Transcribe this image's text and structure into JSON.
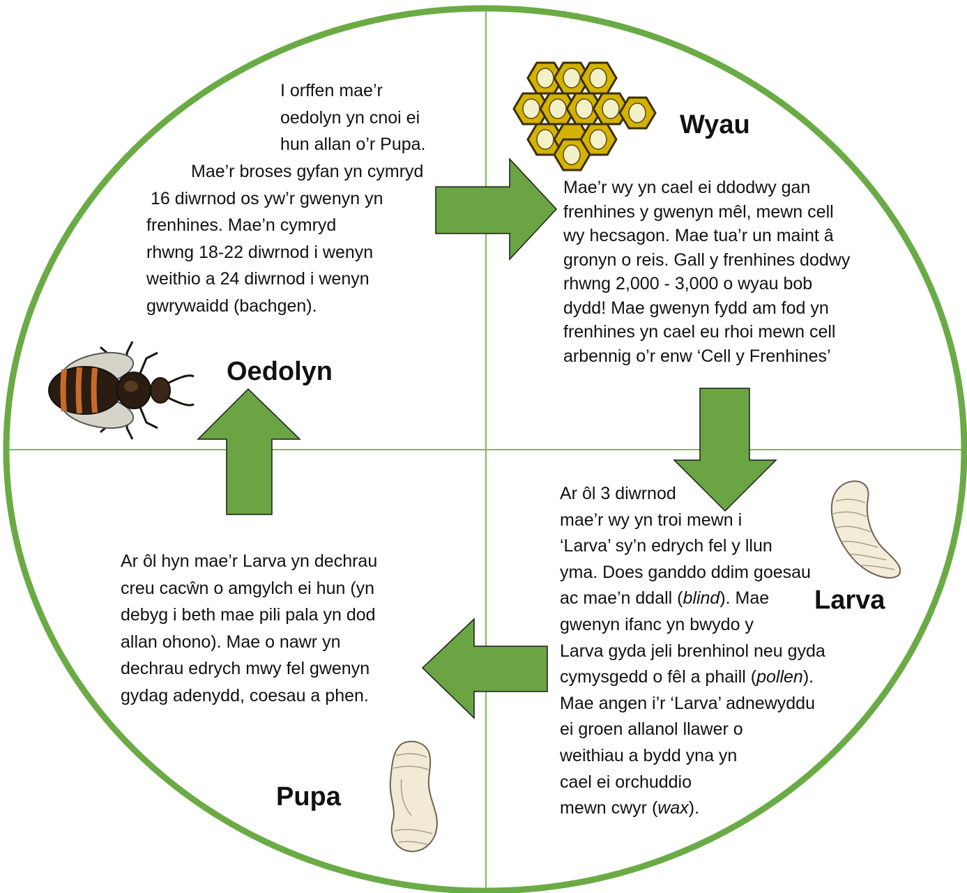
{
  "colors": {
    "circle": "#6aab45",
    "arrow_fill": "#6aa443",
    "arrow_stroke": "#1a1a1a",
    "divider": "#7dba5a"
  },
  "stages": {
    "wyau": {
      "title": "Wyau",
      "icon": "honeycomb-eggs-icon",
      "lines": [
        "Mae’r wy yn cael ei ddodwy gan",
        "frenhines y gwenyn mêl, mewn cell",
        "wy hecsagon. Mae tua’r un maint â",
        "gronyn o reis. Gall y frenhines dodwy",
        "rhwng 2,000 - 3,000 o wyau bob",
        "dydd! Mae gwenyn fydd am fod yn",
        "frenhines yn cael eu rhoi mewn cell",
        "arbennig o’r enw ‘Cell y Frenhines’"
      ]
    },
    "larva": {
      "title": "Larva",
      "icon": "larva-icon",
      "lines": {
        "l1": "Ar ôl 3 diwrnod",
        "l2": "mae’r wy yn troi mewn i",
        "l3": "‘Larva’ sy’n edrych fel y llun",
        "l4": "yma. Does ganddo ddim goesau",
        "l5a": "ac mae’n ddall (",
        "l5b": "blind",
        "l5c": "). Mae",
        "l6": "gwenyn ifanc yn bwydo y",
        "l7": "Larva gyda jeli brenhinol neu gyda",
        "l8a": "cymysgedd o fêl a phaill (",
        "l8b": "pollen",
        "l8c": ").",
        "l9": "Mae angen i’r ‘Larva’ adnewyddu",
        "l10": "ei groen allanol llawer o",
        "l11": "weithiau a bydd yna yn",
        "l12": "cael ei orchuddio",
        "l13a": "mewn cwyr (",
        "l13b": "wax",
        "l13c": ")."
      }
    },
    "pupa": {
      "title": "Pupa",
      "icon": "pupa-icon",
      "lines": [
        "Ar ôl hyn mae’r Larva yn dechrau",
        "creu cacŵn o amgylch ei hun (yn",
        "debyg i beth mae pili pala yn dod",
        "allan ohono). Mae o nawr yn",
        "dechrau edrych mwy fel gwenyn",
        "gydag adenydd, coesau a phen."
      ]
    },
    "oedolyn": {
      "title": "Oedolyn",
      "icon": "bee-icon",
      "lines_a": [
        "I orffen mae’r",
        "oedolyn yn cnoi ei",
        "hun allan o’r Pupa."
      ],
      "lines_b": [
        "Mae’r broses gyfan yn  cymryd",
        "16 diwrnod os yw’r gwenyn yn",
        "frenhines. Mae’n cymryd",
        "rhwng 18-22 diwrnod i wenyn",
        "weithio a 24 diwrnod i wenyn",
        "gwrywaidd (bachgen)."
      ]
    }
  }
}
